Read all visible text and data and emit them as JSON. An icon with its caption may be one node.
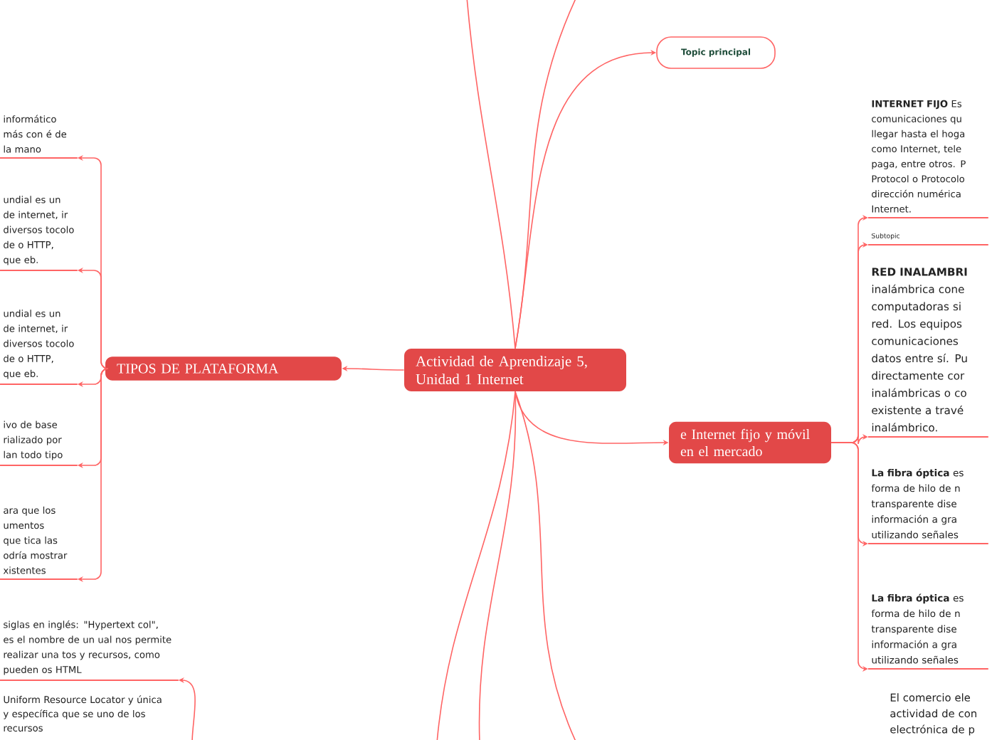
{
  "diagram": {
    "nodes": [
      {
        "text": [
          "Actividad de Aprendizaje 5, Unidad 1 Internet"
        ]
      },
      {
        "text": [
          "TIPOS DE PLATAFORMA"
        ]
      },
      {
        "text": [
          "Topic principal"
        ]
      },
      {
        "text": [
          "e Internet fijo y móvil en el mercado"
        ]
      },
      {
        "text": [
          "**INTERNET FIJO** Es comunicaciones qu llegar hasta el hoga como Internet, tele paga, entre otros. P Protocol o Protocolo dirección numérica Internet."
        ]
      },
      {
        "text": [
          "Subtopic"
        ]
      },
      {
        "text": [
          "**RED INALAMBRI** inalámbrica cone computadoras si red. Los equipos comunicaciones datos entre sí. Pu directamente cor inalámbricas o co existente a travé inalámbrico."
        ]
      },
      {
        "text": [
          "**La fibra óptica** es forma de hilo de n transparente dise información a gra utilizando señales"
        ]
      },
      {
        "text": [
          "**La fibra óptica** es forma de hilo de n transparente dise información a gra utilizando señales"
        ]
      },
      {
        "text": [
          "informático más con é de la mano"
        ]
      },
      {
        "text": [
          "undial es un de internet, ir diversos tocolo de o HTTP, que eb."
        ]
      },
      {
        "text": [
          "undial es un de internet, ir diversos tocolo de o HTTP, que eb."
        ]
      },
      {
        "text": [
          "ivo de base rializado por lan todo tipo"
        ]
      },
      {
        "text": [
          "ara que los umentos que tica las odría mostrar xistentes"
        ]
      },
      {
        "text": [
          "siglas en inglés: \"Hypertext col\", es el nombre de un ual nos permite realizar una tos y recursos, como pueden os HTML"
        ]
      },
      {
        "text": [
          "Uniform Resource Locator y única y específica que se uno de los recursos"
        ]
      }
    ],
    "edges": [
      {
        "from": 0,
        "to": 1,
        "arrow": "to"
      },
      {
        "from": 0,
        "to": 2,
        "arrow": "to"
      },
      {
        "from": 0,
        "to": 3,
        "arrow": "to"
      },
      {
        "from": 1,
        "to": 9,
        "arrow": "to"
      },
      {
        "from": 1,
        "to": 10,
        "arrow": "to"
      },
      {
        "from": 1,
        "to": 11,
        "arrow": "to"
      },
      {
        "from": 1,
        "to": 12,
        "arrow": "to"
      },
      {
        "from": 1,
        "to": 13,
        "arrow": "to"
      },
      {
        "from": 3,
        "to": 4,
        "arrow": "to"
      },
      {
        "from": 3,
        "to": 5,
        "arrow": "to"
      },
      {
        "from": 3,
        "to": 6,
        "arrow": "to"
      },
      {
        "from": 3,
        "to": 7,
        "arrow": "to"
      },
      {
        "from": 3,
        "to": 8,
        "arrow": "to"
      },
      {
        "from": null,
        "to": 14,
        "arrow": "to"
      },
      {
        "from": 0,
        "to": null,
        "arrow": "none"
      },
      {
        "from": 0,
        "to": null,
        "arrow": "none"
      },
      {
        "from": 0,
        "to": null,
        "arrow": "none"
      },
      {
        "from": 0,
        "to": null,
        "arrow": "none"
      },
      {
        "from": 0,
        "to": null,
        "arrow": "none"
      }
    ],
    "labels": [
      "El comercio ele actividad de con electrónica de p"
    ]
  }
}
